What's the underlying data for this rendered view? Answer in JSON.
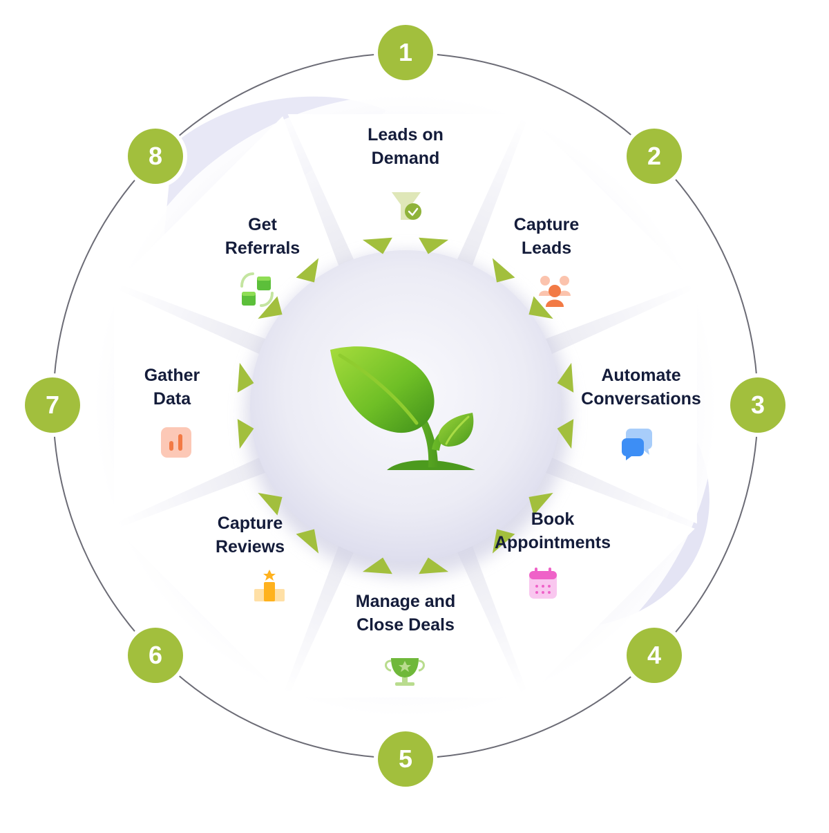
{
  "steps": [
    {
      "number": "1",
      "line1": "Leads on",
      "line2": "Demand",
      "icon": "funnel-check-icon"
    },
    {
      "number": "2",
      "line1": "Capture",
      "line2": "Leads",
      "icon": "people-group-icon"
    },
    {
      "number": "3",
      "line1": "Automate",
      "line2": "Conversations",
      "icon": "chat-bubbles-icon"
    },
    {
      "number": "4",
      "line1": "Book",
      "line2": "Appointments",
      "icon": "calendar-icon"
    },
    {
      "number": "5",
      "line1": "Manage and",
      "line2": "Close Deals",
      "icon": "trophy-icon"
    },
    {
      "number": "6",
      "line1": "Capture",
      "line2": "Reviews",
      "icon": "podium-star-icon"
    },
    {
      "number": "7",
      "line1": "Gather",
      "line2": "Data",
      "icon": "bar-chart-icon"
    },
    {
      "number": "8",
      "line1": "Get",
      "line2": "Referrals",
      "icon": "cubes-cycle-icon"
    }
  ],
  "center": {
    "icon": "sprout-leaf-icon"
  },
  "colors": {
    "badge": "#a2bf3d",
    "arrow": "#a2bf3d",
    "text": "#141c3a",
    "ring": "#6b6b75",
    "hub": "#e9e9f3",
    "swoosh": "#e6e6f5"
  }
}
